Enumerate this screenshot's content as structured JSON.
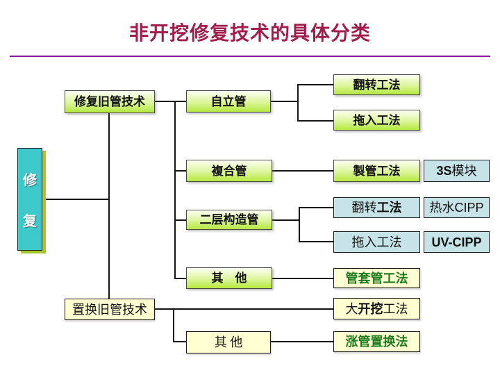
{
  "slide": {
    "title": "非开挖修复技术的具体分类"
  },
  "root": {
    "chars": [
      "修",
      "复"
    ]
  },
  "nodes": {
    "repair_old": {
      "label": "修复旧管技术"
    },
    "self_standing": {
      "label": "自立管"
    },
    "flip_top": {
      "label": "翻转工法"
    },
    "pull_top": {
      "label": "拖入工法"
    },
    "composite": {
      "label": "複合管"
    },
    "pipe_making": {
      "label": "製管工法"
    },
    "module_3s": {
      "part1": "3S",
      "part2": "模块"
    },
    "two_layer": {
      "label": "二层构造管"
    },
    "flip_blue": {
      "part1": "翻转",
      "part2": "工法"
    },
    "hot_cipp": {
      "part1": "热水",
      "part2": "CIPP"
    },
    "pull_blue": {
      "label": "拖入工法"
    },
    "uv_cipp": {
      "label": "UV-CIPP"
    },
    "other_repair": {
      "label": "其　他"
    },
    "sleeve": {
      "label": "管套管工法"
    },
    "replace_old": {
      "label": "置换旧管技术"
    },
    "big_dig": {
      "part1": "大",
      "part2": "开挖",
      "part3": "工法"
    },
    "other_replace": {
      "label": "其 他"
    },
    "burst": {
      "label": "涨管置换法"
    }
  },
  "colors": {
    "title_text": "#A11D4B",
    "divider": "#7D1C97",
    "root_fill": "#3FC8CA",
    "root_shadow": "#A4C827",
    "green_box_gradient_bottom": "#B4E93E",
    "blue_box_fill": "#C6E3E8",
    "yellow_box_fill": "#FFFFD2",
    "green_method_text": "#1E7A1E",
    "connector": "#141414"
  }
}
